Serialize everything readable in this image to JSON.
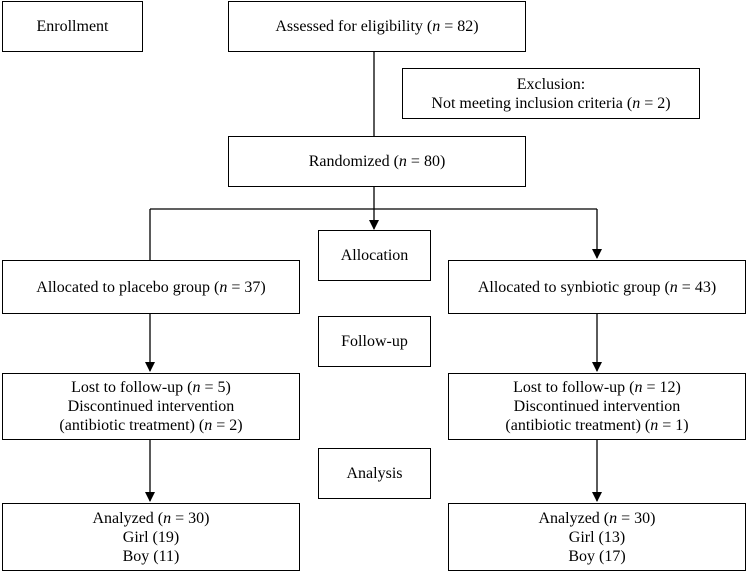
{
  "stages": {
    "enrollment": "Enrollment",
    "allocation": "Allocation",
    "follow_up": "Follow-up",
    "analysis": "Analysis"
  },
  "assessed": {
    "pre": "Assessed for eligibility (",
    "n": "n",
    "post": " = 82)"
  },
  "exclusion": {
    "title": "Exclusion:",
    "pre": "Not meeting inclusion criteria (",
    "n": "n",
    "post": " = 2)"
  },
  "randomized": {
    "pre": "Randomized (",
    "n": "n",
    "post": " = 80)"
  },
  "placebo": {
    "allocated": {
      "pre": "Allocated to placebo group (",
      "n": "n",
      "post": " = 37)"
    },
    "lost": {
      "pre": "Lost to follow-up (",
      "n": "n",
      "post": " = 5)"
    },
    "discontinued": "Discontinued intervention",
    "antibiotic": {
      "pre": "(antibiotic treatment) (",
      "n": "n",
      "post": " = 2)"
    },
    "analyzed": {
      "pre": "Analyzed (",
      "n": "n",
      "post": " = 30)"
    },
    "girl": "Girl (19)",
    "boy": "Boy (11)"
  },
  "synbiotic": {
    "allocated": {
      "pre": "Allocated to synbiotic group (",
      "n": "n",
      "post": " = 43)"
    },
    "lost": {
      "pre": "Lost to follow-up (",
      "n": "n",
      "post": " = 12)"
    },
    "discontinued": "Discontinued intervention",
    "antibiotic": {
      "pre": "(antibiotic treatment) (",
      "n": "n",
      "post": " = 1)"
    },
    "analyzed": {
      "pre": "Analyzed (",
      "n": "n",
      "post": " = 30)"
    },
    "girl": "Girl (13)",
    "boy": "Boy (17)"
  }
}
